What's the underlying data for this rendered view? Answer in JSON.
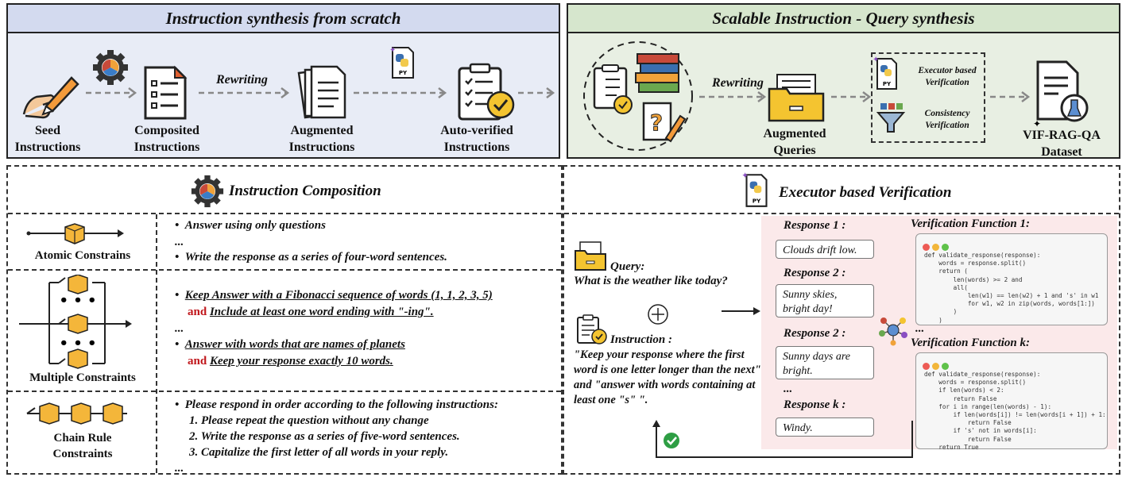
{
  "left_panel": {
    "title": "Instruction synthesis from scratch",
    "steps": [
      "Seed\nInstructions",
      "Composited\nInstructions",
      "Augmented\nInstructions",
      "Auto-verified\nInstructions"
    ],
    "rewriting": "Rewriting"
  },
  "right_panel": {
    "title": "Scalable Instruction - Query synthesis",
    "rewriting": "Rewriting",
    "augmented": "Augmented\nQueries",
    "executor": "Executor based\nVerification",
    "consistency": "Consistency\nVerification",
    "dataset": "VIF-RAG-QA\nDataset"
  },
  "composition": {
    "title": "Instruction Composition",
    "atomic": {
      "label": "Atomic Constrains",
      "lines": [
        "Answer using only questions",
        "...",
        "Write the response as a series of four-word sentences."
      ]
    },
    "multiple": {
      "label": "Multiple Constraints",
      "l1": "Keep Answer with a Fibonacci sequence of words (1, 1, 2, 3, 5)",
      "and": "and",
      "l2": "Include at least one word ending with \"-ing\".",
      "ellipsis": "...",
      "l3": "Answer with words that are names of planets",
      "l4": "Keep your response exactly 10 words."
    },
    "chain": {
      "label": "Chain Rule\nConstraints",
      "intro": "Please respond in order according to the following instructions:",
      "items": [
        "1. Please repeat the question without any change",
        "2. Write the response as a series of five-word sentences.",
        "3. Capitalize the first letter of all words in your reply."
      ],
      "ellipsis": "..."
    }
  },
  "executor": {
    "title": "Executor based Verification",
    "query_label": "Query:",
    "query_text": "What is the weather like today?",
    "instruction_label": "Instruction :",
    "instruction_text": "\"Keep your response where the first word is one letter longer than the next\" and \"answer with words containing at least one \"s\" \".",
    "responses": [
      {
        "title": "Response 1 :",
        "text": "Clouds drift low."
      },
      {
        "title": "Response 2 :",
        "text": "Sunny skies,\nbright day!"
      },
      {
        "title": "Response 2 :",
        "text": "Sunny days are\nbright."
      },
      {
        "title": "Response k :",
        "text": "Windy."
      }
    ],
    "resp_ellipsis": "...",
    "fn1_title": "Verification Function 1:",
    "fnk_title": "Verification Function k:",
    "fn_ellipsis": "...",
    "code1": "def validate_response(response):\n    words = response.split()\n    return (\n        len(words) >= 2 and\n        all(\n            len(w1) == len(w2) + 1 and 's' in w1\n            for w1, w2 in zip(words, words[1:])\n        )\n    )",
    "codek": "def validate_response(response):\n    words = response.split()\n    if len(words) < 2:\n        return False\n    for i in range(len(words) - 1):\n        if len(words[i]) != len(words[i + 1]) + 1:\n            return False\n        if 's' not in words[i]:\n            return False\n    return True",
    "py": "PY"
  },
  "colors": {
    "left_panel_bg": "#e8ecf6",
    "right_panel_bg": "#e8efe3",
    "left_head_bg": "#d3daef",
    "right_head_bg": "#d6e6cd",
    "response_area_bg": "#fbe9ea",
    "red_and": "#c0161b"
  }
}
